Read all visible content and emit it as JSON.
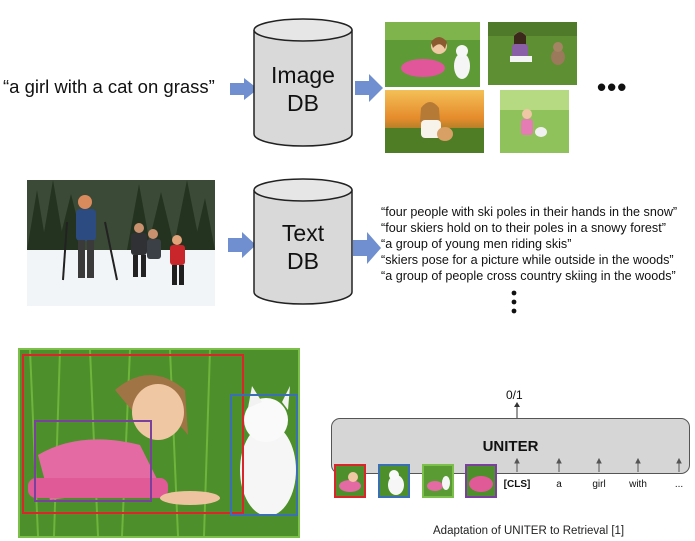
{
  "query_text": "“a girl with a cat on grass”",
  "image_db": {
    "line1": "Image",
    "line2": "DB"
  },
  "text_db": {
    "line1": "Text",
    "line2": "DB"
  },
  "more_results": "•••",
  "captions": [
    "“four people with ski poles in their hands in the snow”",
    "“four skiers hold on to their poles in a snowy forest”",
    "“a group of young men riding skis”",
    "“skiers pose for a picture while outside in the woods”",
    "“a group of people cross country skiing in the woods”"
  ],
  "vertical_dots": "⋮",
  "uniter": {
    "title": "UNITER",
    "output": "0/1",
    "tokens": [
      "[CLS]",
      "a",
      "girl",
      "with",
      "..."
    ]
  },
  "footer": "Adaptation of UNITER to Retrieval [1]",
  "colors": {
    "red_box": "#d9262b",
    "blue_box": "#3a6fb5",
    "green_box": "#7cc04b",
    "purple_box": "#7b3f9e",
    "arrow": "#6f8fd0"
  }
}
